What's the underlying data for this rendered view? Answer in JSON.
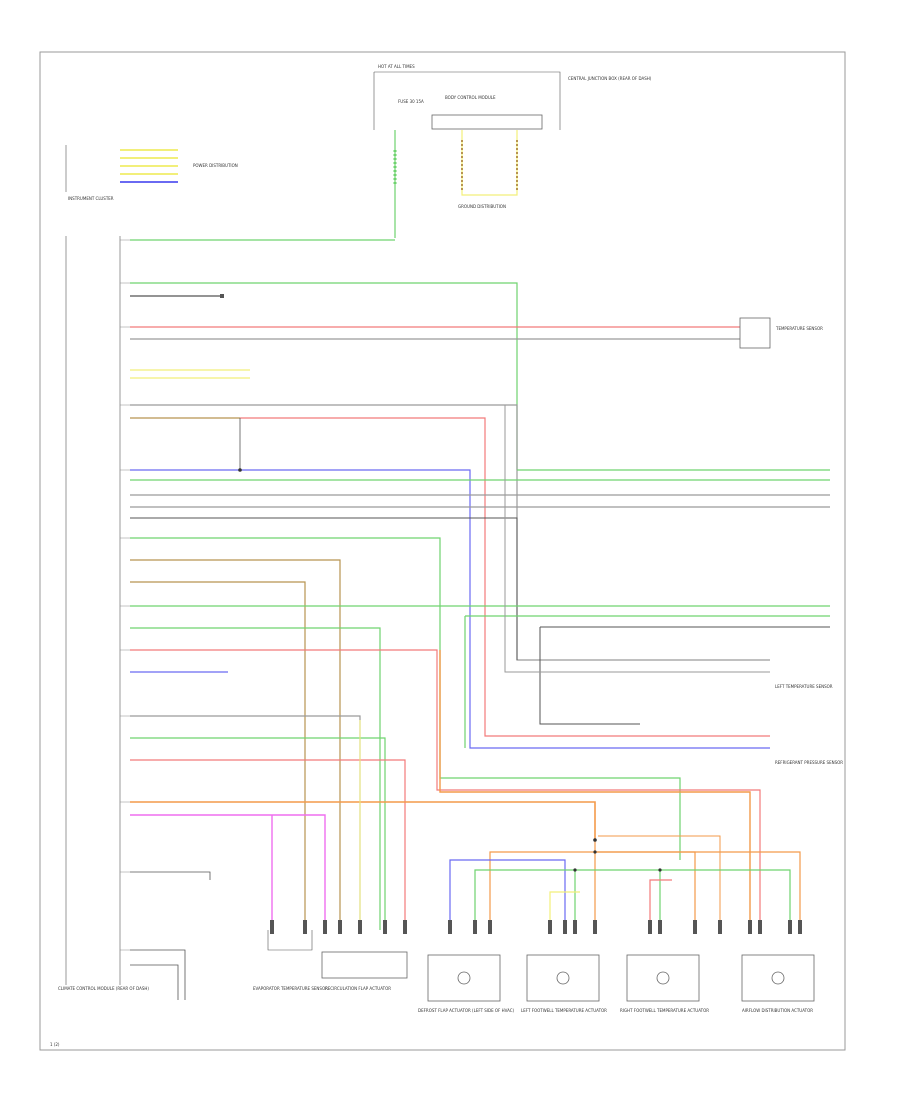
{
  "diagram": {
    "page_tag": "1 (2)",
    "components": {
      "hot_at_all_times": "HOT AT ALL TIMES",
      "fuse": "FUSE 30 15A",
      "body_control_module": "BODY CONTROL MODULE",
      "central_junction_box": "CENTRAL JUNCTION BOX (REAR OF DASH)",
      "ground_distribution": "GROUND DISTRIBUTION",
      "instrument_cluster": "INSTRUMENT CLUSTER",
      "cluster_control_module": "CLIMATE CONTROL MODULE (REAR OF DASH)",
      "refrigerant_sensor": "REFRIGERANT PRESSURE SENSOR",
      "evaporator_temp_sensor": "EVAPORATOR TEMPERATURE SENSOR",
      "recirculation_actuator": "RECIRCULATION FLAP ACTUATOR",
      "defrost_actuator": "DEFROST FLAP ACTUATOR (LEFT SIDE OF HVAC)",
      "left_footwell_actuator": "LEFT FOOTWELL TEMPERATURE ACTUATOR",
      "right_footwell_actuator": "RIGHT FOOTWELL TEMPERATURE ACTUATOR",
      "airflow_actuator": "AIRFLOW DISTRIBUTION ACTUATOR",
      "power_distribution": "POWER DISTRIBUTION",
      "temperature_sensor": "TEMPERATURE SENSOR",
      "left_temp_sensor": "LEFT TEMPERATURE SENSOR"
    },
    "wire_colors": {
      "green": "#6fd36f",
      "red": "#f27a7a",
      "blue": "#6a6af2",
      "grey": "#9a9a9a",
      "brown": "#b89450",
      "orange": "#f39a4a",
      "yellow": "#f2ef7a",
      "pink": "#ef6fef",
      "violet": "#b07af0",
      "black": "#555555"
    }
  }
}
